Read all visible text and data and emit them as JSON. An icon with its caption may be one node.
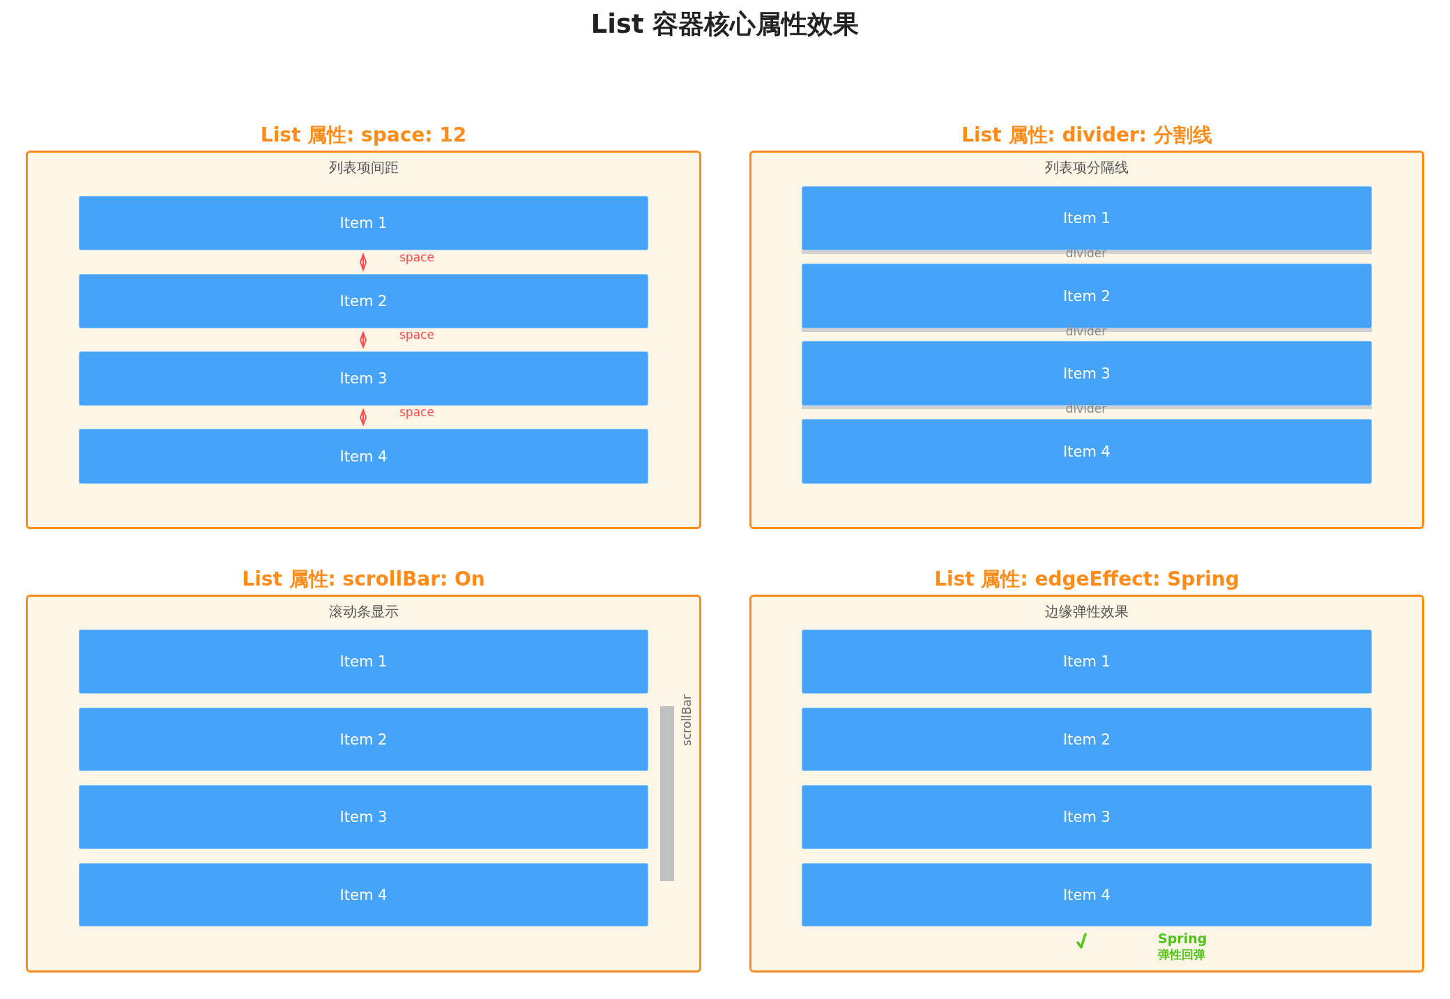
{
  "diagram": {
    "title": "List 容器核心属性效果",
    "nodes": [
      {
        "text": [
          "List 属性: space: 12",
          "列表项间距"
        ]
      },
      {
        "text": [
          "Item 1"
        ],
        "in": 0
      },
      {
        "text": [
          "Item 2"
        ],
        "in": 0
      },
      {
        "text": [
          "Item 3"
        ],
        "in": 0
      },
      {
        "text": [
          "Item 4"
        ],
        "in": 0
      },
      {
        "text": [
          "List 属性: divider: 分割线",
          "列表项分隔线"
        ]
      },
      {
        "text": [
          "Item 1"
        ],
        "in": 5
      },
      {
        "text": [
          "Item 2"
        ],
        "in": 5
      },
      {
        "text": [
          "Item 3"
        ],
        "in": 5
      },
      {
        "text": [
          "Item 4"
        ],
        "in": 5
      },
      {
        "text": [
          "List 属性: scrollBar: On",
          "滚动条显示"
        ]
      },
      {
        "text": [
          "Item 1"
        ],
        "in": 10
      },
      {
        "text": [
          "Item 2"
        ],
        "in": 10
      },
      {
        "text": [
          "Item 3"
        ],
        "in": 10
      },
      {
        "text": [
          "Item 4"
        ],
        "in": 10
      },
      {
        "text": [
          "List 属性: edgeEffect: Spring",
          "边缘弹性效果"
        ]
      },
      {
        "text": [
          "Item 1"
        ],
        "in": 15
      },
      {
        "text": [
          "Item 2"
        ],
        "in": 15
      },
      {
        "text": [
          "Item 3"
        ],
        "in": 15
      },
      {
        "text": [
          "Item 4"
        ],
        "in": 15
      }
    ],
    "labels": [
      "space",
      "space",
      "space",
      "divider",
      "divider",
      "divider",
      "scrollBar",
      "Spring",
      "弹性回弹"
    ]
  }
}
